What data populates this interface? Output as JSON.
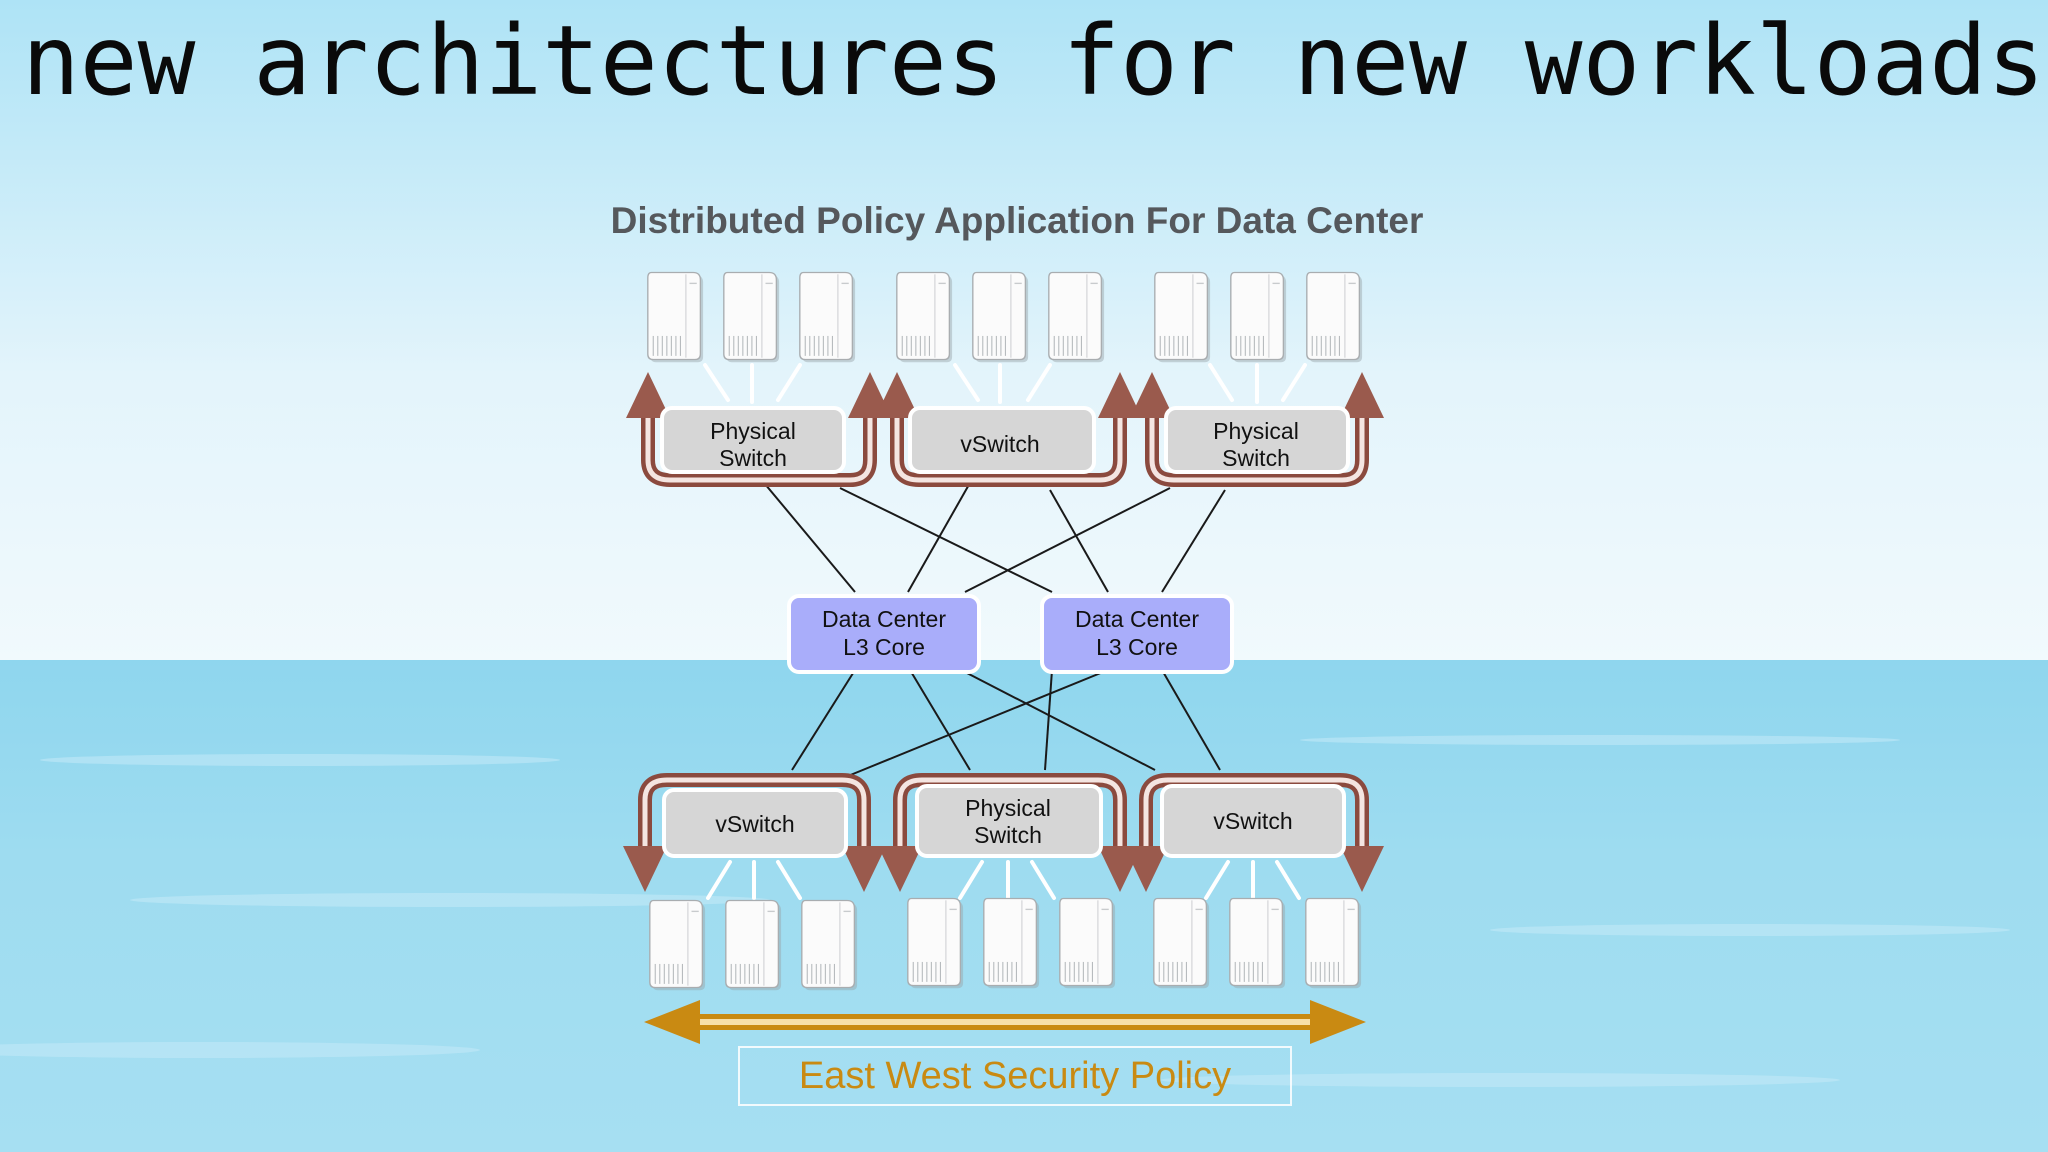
{
  "slide": {
    "title": "new architectures for new workloads"
  },
  "diagram": {
    "title": "Distributed Policy Application For Data Center",
    "top_switches": [
      {
        "line1": "Physical",
        "line2": "Switch"
      },
      {
        "line1": "vSwitch",
        "line2": ""
      },
      {
        "line1": "Physical",
        "line2": "Switch"
      }
    ],
    "core": [
      {
        "line1": "Data Center",
        "line2": "L3 Core"
      },
      {
        "line1": "Data Center",
        "line2": "L3 Core"
      }
    ],
    "bottom_switches": [
      {
        "line1": "vSwitch",
        "line2": ""
      },
      {
        "line1": "Physical",
        "line2": "Switch"
      },
      {
        "line1": "vSwitch",
        "line2": ""
      }
    ],
    "policy_label": "East West Security Policy"
  },
  "colors": {
    "core_fill": "#a9adfa",
    "switch_fill": "#d6d6d6",
    "loop_arrow": "#8b4a3e",
    "policy_arrow": "#c98a12"
  }
}
